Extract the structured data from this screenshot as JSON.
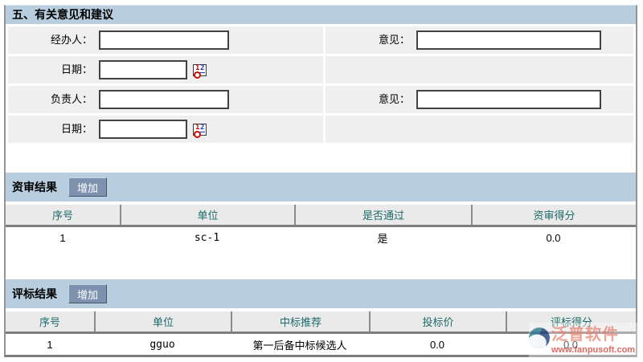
{
  "opinion_section": {
    "title": "五、有关意见和建议",
    "rows": [
      {
        "left_label": "经办人：",
        "left_value": "",
        "right_label": "意见：",
        "right_value": ""
      },
      {
        "left_label": "日期：",
        "left_value": ""
      },
      {
        "left_label": "负责人：",
        "left_value": "",
        "right_label": "意见：",
        "right_value": ""
      },
      {
        "left_label": "日期：",
        "left_value": ""
      }
    ]
  },
  "qualification_section": {
    "title": "资审结果",
    "add_button_label": "增加",
    "columns": [
      "序号",
      "单位",
      "是否通过",
      "资审得分"
    ],
    "rows": [
      [
        "1",
        "sc-1",
        "是",
        "0.0"
      ]
    ]
  },
  "evaluation_section": {
    "title": "评标结果",
    "add_button_label": "增加",
    "columns": [
      "序号",
      "单位",
      "中标推荐",
      "投标价",
      "评标得分"
    ],
    "rows": [
      [
        "1",
        "gguo",
        "第一后备中标候选人",
        "0.0",
        "0.0"
      ]
    ]
  },
  "watermark": {
    "brand": "泛普软件",
    "url": "www.fanpusoft.com"
  },
  "colors": {
    "section_bar": "#b8cede",
    "form_cell": "#efefef",
    "add_button": "#7e92af",
    "table_header_text": "#1d6a6a",
    "link": "#3333cc",
    "watermark_brand": "#e98d7c",
    "watermark_url": "#d2483a"
  }
}
